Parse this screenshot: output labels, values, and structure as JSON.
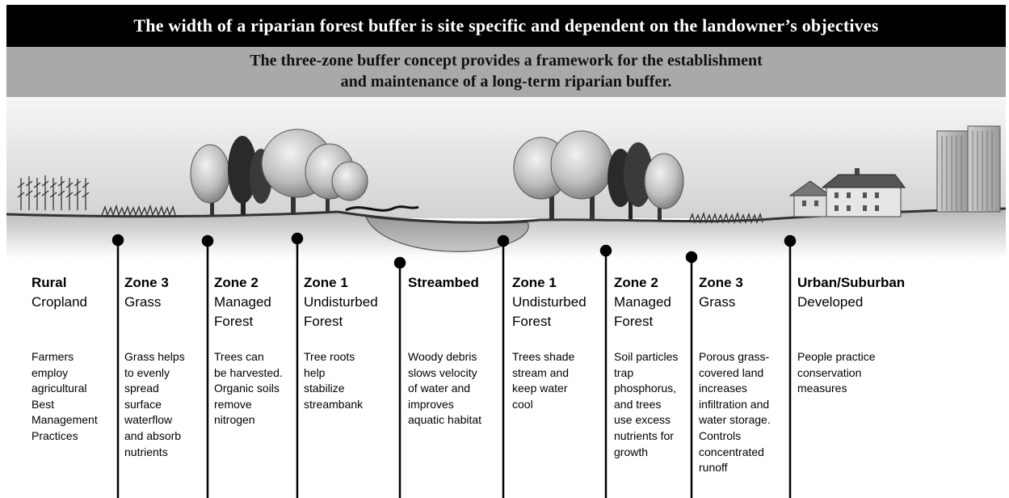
{
  "title": "The width of a riparian forest buffer is site specific and dependent on the landowner’s objectives",
  "subtitle": {
    "line1": "The three-zone buffer concept provides a framework for the establishment",
    "line2": "and maintenance of a long-term riparian buffer."
  },
  "zones": [
    {
      "title": "Rural",
      "subtitle": "Cropland",
      "description": "Farmers\nemploy\nagricultural\nBest\nManagement\nPractices"
    },
    {
      "title": "Zone 3",
      "subtitle": "Grass",
      "description": "Grass helps\nto evenly\nspread\nsurface\nwaterflow\nand absorb\nnutrients"
    },
    {
      "title": "Zone 2",
      "subtitle": "Managed\nForest",
      "description": "Trees can\nbe harvested.\nOrganic soils\nremove\nnitrogen"
    },
    {
      "title": "Zone 1",
      "subtitle": "Undisturbed\nForest",
      "description": "Tree roots\nhelp\nstabilize\nstreambank"
    },
    {
      "title": "Streambed",
      "subtitle": "",
      "description": "Woody debris\nslows velocity\nof water and\nimproves\naquatic habitat"
    },
    {
      "title": "Zone 1",
      "subtitle": "Undisturbed\nForest",
      "description": "Trees shade\nstream and\nkeep water\ncool"
    },
    {
      "title": "Zone 2",
      "subtitle": "Managed\nForest",
      "description": "Soil particles\ntrap\nphosphorus,\nand trees\nuse excess\nnutrients for\ngrowth"
    },
    {
      "title": "Zone 3",
      "subtitle": "Grass",
      "description": "Porous grass-\ncovered land\nincreases\ninfiltration and\nwater storage.\nControls\nconcentrated\nrunoff"
    },
    {
      "title": "Urban/Suburban",
      "subtitle": "Developed",
      "description": "People practice\nconservation\nmeasures"
    }
  ]
}
